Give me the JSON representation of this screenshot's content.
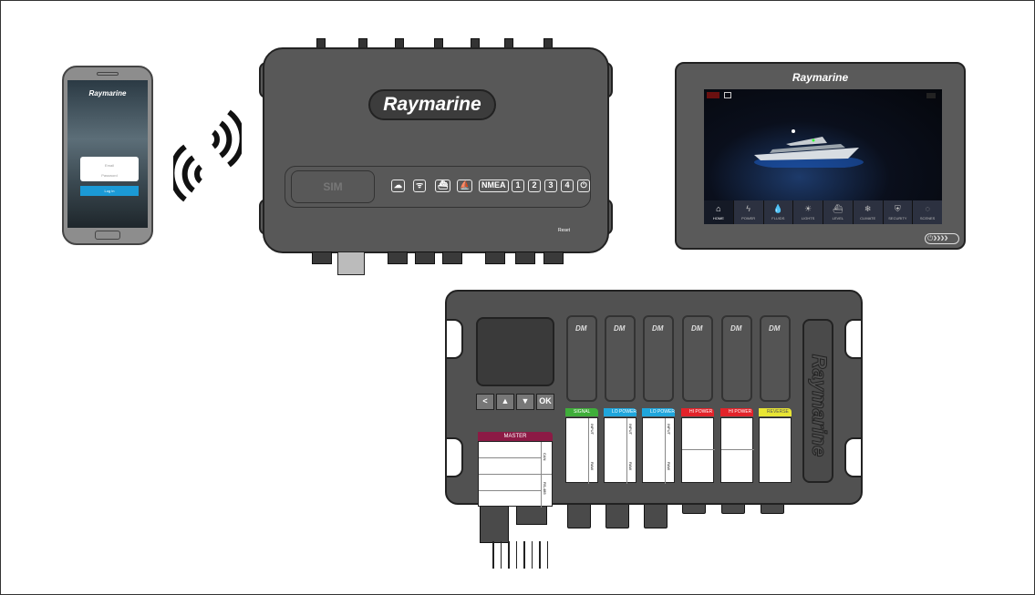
{
  "phone": {
    "logo": "Raymarine",
    "email_placeholder": "Email",
    "password_placeholder": "Password",
    "login_label": "Log in"
  },
  "hub": {
    "logo": "Raymarine",
    "sim_label": "SIM",
    "indicators": [
      "cloud",
      "wifi",
      "boat",
      "boat2",
      "NMEA",
      "1",
      "2",
      "3",
      "4",
      "⏻"
    ],
    "reset_label": "Reset"
  },
  "mfd": {
    "logo": "Raymarine",
    "nav": [
      {
        "label": "HOME",
        "icon": "⌂"
      },
      {
        "label": "POWER",
        "icon": "ϟ"
      },
      {
        "label": "FLUIDS",
        "icon": "💧"
      },
      {
        "label": "LIGHTS",
        "icon": "☀"
      },
      {
        "label": "LEVEL",
        "icon": "⛴"
      },
      {
        "label": "CLIMATE",
        "icon": "❄"
      },
      {
        "label": "SECURITY",
        "icon": "⛨"
      },
      {
        "label": "SCENES",
        "icon": "◌"
      }
    ],
    "power_label": "⏻❯❯❯❯"
  },
  "control_unit": {
    "keys": [
      "<",
      "▲",
      "▼",
      "OK"
    ],
    "master_label": "MASTER",
    "master_side": [
      "CAN",
      "RS-485"
    ],
    "modules": [
      {
        "label": "SIGNAL",
        "color": "#3fae3a",
        "side": [
          "INPUT",
          "RAW"
        ]
      },
      {
        "label": "LO POWER",
        "color": "#1fa6dc",
        "side": [
          "INPUT",
          "RAW"
        ]
      },
      {
        "label": "LO POWER",
        "color": "#1fa6dc",
        "side": [
          "INPUT",
          "RAW"
        ]
      },
      {
        "label": "HI POWER",
        "color": "#e2232a",
        "side": []
      },
      {
        "label": "HI POWER",
        "color": "#e2232a",
        "side": []
      },
      {
        "label": "REVERSE",
        "color": "#e8e534",
        "side": []
      }
    ],
    "module_logo": "DM",
    "endcap_logo": "Raymarine"
  }
}
